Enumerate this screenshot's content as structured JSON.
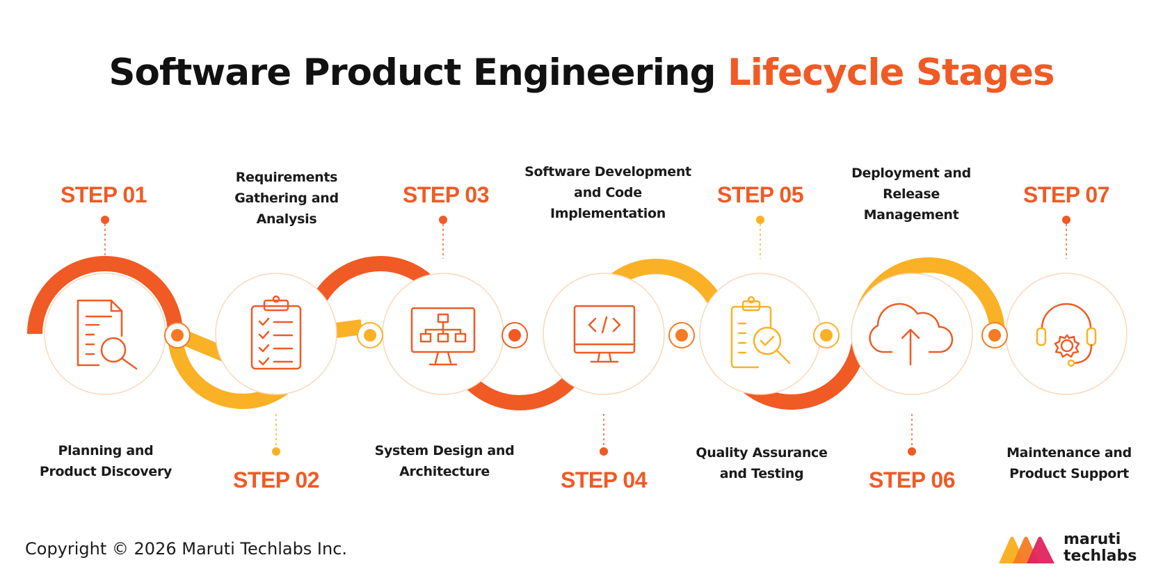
{
  "title": {
    "main": "Software Product Engineering",
    "accent": "Lifecycle Stages"
  },
  "colors": {
    "orange": "#f05a24",
    "orange_mid": "#f47a24",
    "yellow": "#fbb125",
    "ring": "#fbd7b8"
  },
  "steps": [
    {
      "label": "STEP 01",
      "name": "Planning and\nProduct Discovery",
      "icon": "document-search-icon"
    },
    {
      "label": "STEP 02",
      "name": "Requirements\nGathering and\nAnalysis",
      "icon": "clipboard-checklist-icon"
    },
    {
      "label": "STEP 03",
      "name": "System Design and\nArchitecture",
      "icon": "monitor-hierarchy-icon"
    },
    {
      "label": "STEP 04",
      "name": "Software Development\nand Code\nImplementation",
      "icon": "monitor-code-icon"
    },
    {
      "label": "STEP 05",
      "name": "Quality Assurance\nand Testing",
      "icon": "clipboard-search-check-icon"
    },
    {
      "label": "STEP 06",
      "name": "Deployment and\nRelease\nManagement",
      "icon": "cloud-upload-icon"
    },
    {
      "label": "STEP 07",
      "name": "Maintenance and\nProduct Support",
      "icon": "headset-gear-icon"
    }
  ],
  "footer": {
    "copyright": "Copyright © 2026 Maruti Techlabs Inc.",
    "brand_line1": "maruti",
    "brand_line2": "techlabs"
  }
}
